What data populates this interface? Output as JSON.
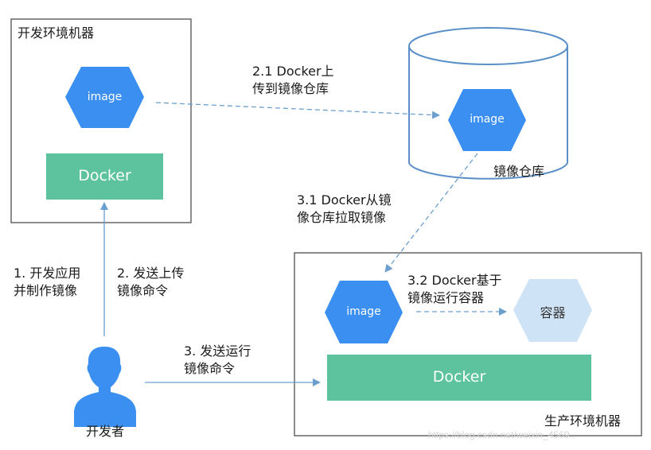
{
  "colors": {
    "image_hex": "#3a8ff0",
    "container_hex": "#cfe3f7",
    "docker_bar": "#5cc39e",
    "arrow": "#6a9fcf",
    "box_border": "#666666",
    "cylinder": "#5a8fc8",
    "person": "#3a8ff0"
  },
  "dev_machine": {
    "title": "开发环境机器",
    "image_label": "image",
    "docker_label": "Docker"
  },
  "registry": {
    "label": "镜像仓库",
    "image_label": "image"
  },
  "prod_machine": {
    "title": "生产环境机器",
    "image_label": "image",
    "container_label": "容器",
    "docker_label": "Docker"
  },
  "developer": {
    "label": "开发者"
  },
  "steps": {
    "s1": [
      "1. 开发应用",
      "并制作镜像"
    ],
    "s2": [
      "2. 发送上传",
      "镜像命令"
    ],
    "s21": [
      "2.1 Docker上",
      "传到镜像仓库"
    ],
    "s3": [
      "3. 发送运行",
      "镜像命令"
    ],
    "s31": [
      "3.1 Docker从镜",
      "像仓库拉取镜像"
    ],
    "s32": [
      "3.2 Docker基于",
      "镜像运行容器"
    ]
  },
  "watermark": "https://blog.csdn.net/weixin_4569..."
}
